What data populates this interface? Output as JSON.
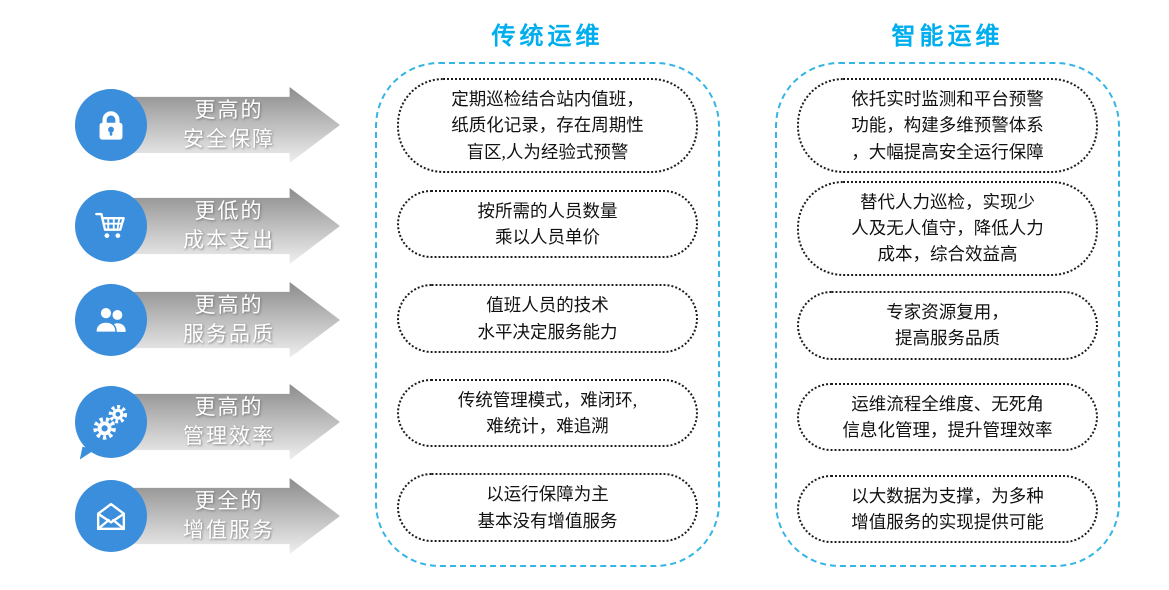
{
  "colors": {
    "icon_blue": "#3B8EDC",
    "title_cyan": "#00AEEF",
    "panel_dash_blue": "#35B5E5",
    "arrow_gray_top": "#8c8c8c",
    "arrow_gray_bottom": "#efefef"
  },
  "features": [
    {
      "icon": "lock-icon",
      "label": "更高的\n安全保障"
    },
    {
      "icon": "cart-icon",
      "label": "更低的\n成本支出"
    },
    {
      "icon": "people-icon",
      "label": "更高的\n服务品质"
    },
    {
      "icon": "gears-icon",
      "label": "更高的\n管理效率"
    },
    {
      "icon": "envelope-icon",
      "label": "更全的\n增值服务"
    }
  ],
  "traditional": {
    "title": "传统运维",
    "items": [
      "定期巡检结合站内值班，\n纸质化记录，存在周期性\n盲区,人为经验式预警",
      "按所需的人员数量\n乘以人员单价",
      "值班人员的技术\n水平决定服务能力",
      "传统管理模式，难闭环,\n难统计，难追溯",
      "以运行保障为主\n基本没有增值服务"
    ]
  },
  "intelligent": {
    "title": "智能运维",
    "items": [
      "依托实时监测和平台预警\n功能，构建多维预警体系\n，大幅提高安全运行保障",
      "替代人力巡检，实现少\n人及无人值守，降低人力\n成本，综合效益高",
      "专家资源复用，\n提高服务品质",
      "运维流程全维度、无死角\n信息化管理，提升管理效率",
      "以大数据为支撑，为多种\n增值服务的实现提供可能"
    ]
  }
}
